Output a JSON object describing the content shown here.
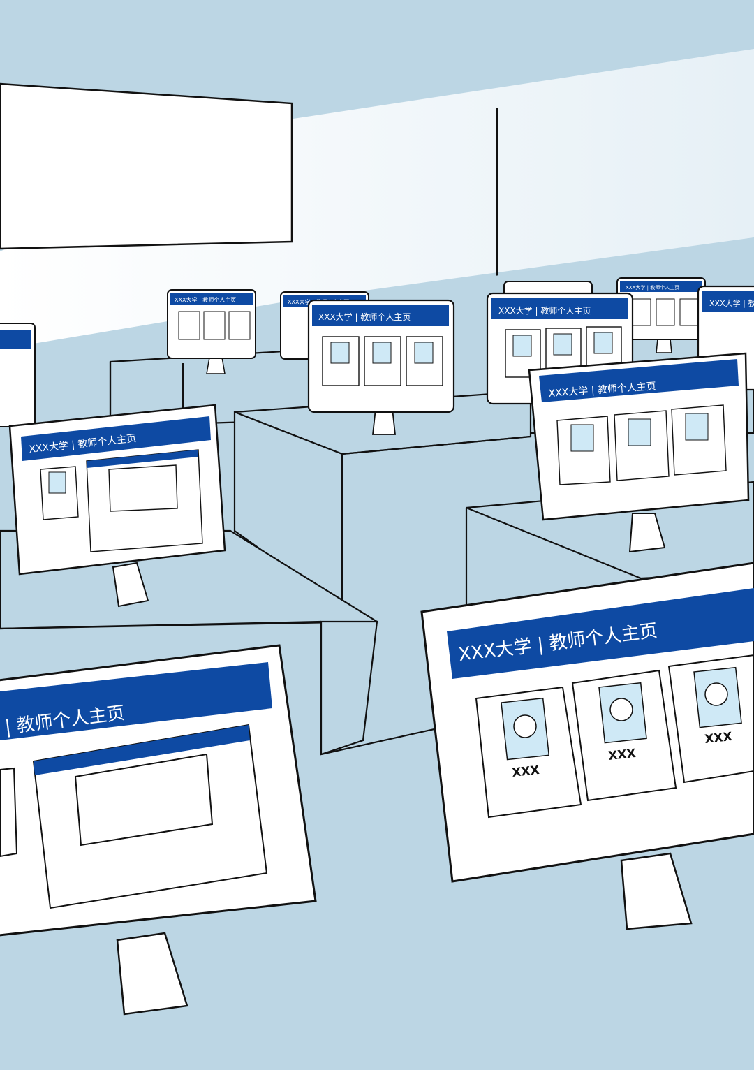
{
  "scene": {
    "colors": {
      "background": "#bcd6e4",
      "wall": "#ffffff",
      "desk": "#bcd6e4",
      "header_blue": "#0e4aa3",
      "portrait_bg": "#cfe9f6",
      "outline": "#111111"
    },
    "screen_header": "XXX大学 | 教师个人主页",
    "screen_header_cropped": "| 教师个人主页",
    "screen_header_cropped_right": "XXX大学 | 教",
    "portrait_name": "XXX"
  }
}
